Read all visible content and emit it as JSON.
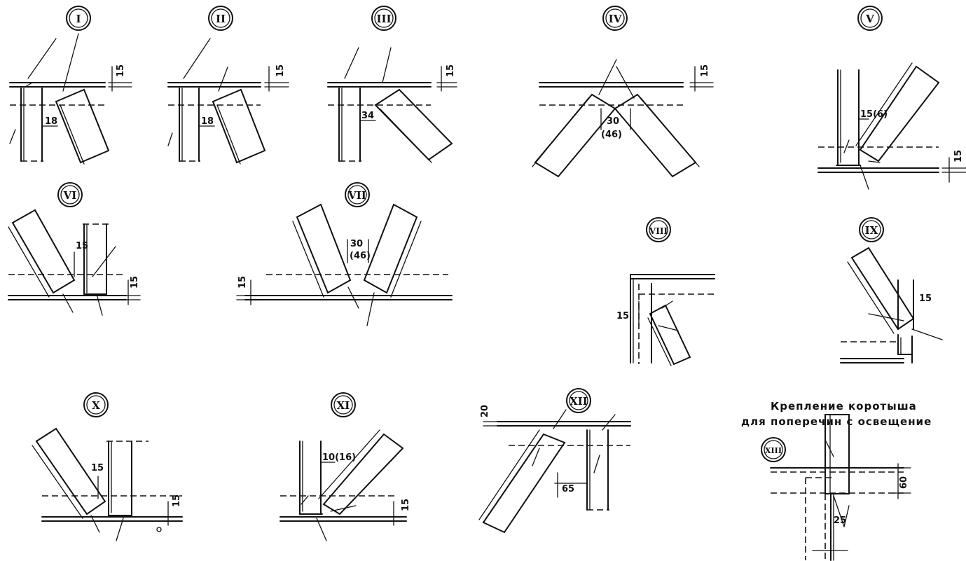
{
  "nodes": [
    {
      "id": "I",
      "label": "I",
      "dims": [
        "15",
        "18"
      ]
    },
    {
      "id": "II",
      "label": "II",
      "dims": [
        "15",
        "18"
      ]
    },
    {
      "id": "III",
      "label": "III",
      "dims": [
        "15",
        "34"
      ]
    },
    {
      "id": "IV",
      "label": "IV",
      "dims": [
        "15",
        "30",
        "(46)"
      ]
    },
    {
      "id": "V",
      "label": "V",
      "dims": [
        "15",
        "15(6)"
      ]
    },
    {
      "id": "VI",
      "label": "VI",
      "dims": [
        "15",
        "15"
      ]
    },
    {
      "id": "VII",
      "label": "VII",
      "dims": [
        "15",
        "30",
        "(46)"
      ]
    },
    {
      "id": "VIII",
      "label": "VIII",
      "dims": [
        "15"
      ]
    },
    {
      "id": "IX",
      "label": "IX",
      "dims": [
        "15"
      ]
    },
    {
      "id": "X",
      "label": "X",
      "dims": [
        "15",
        "15"
      ]
    },
    {
      "id": "XI",
      "label": "XI",
      "dims": [
        "15",
        "10(16)"
      ]
    },
    {
      "id": "XII",
      "label": "XII",
      "dims": [
        "20",
        "65"
      ]
    },
    {
      "id": "XIII",
      "label": "XIII",
      "dims": [
        "60",
        "25"
      ]
    }
  ],
  "caption": {
    "line1": "Крепление коротыша",
    "line2": "для поперечин с освещение"
  },
  "colors": {
    "ink": "#111111",
    "paper": "#ffffff"
  }
}
